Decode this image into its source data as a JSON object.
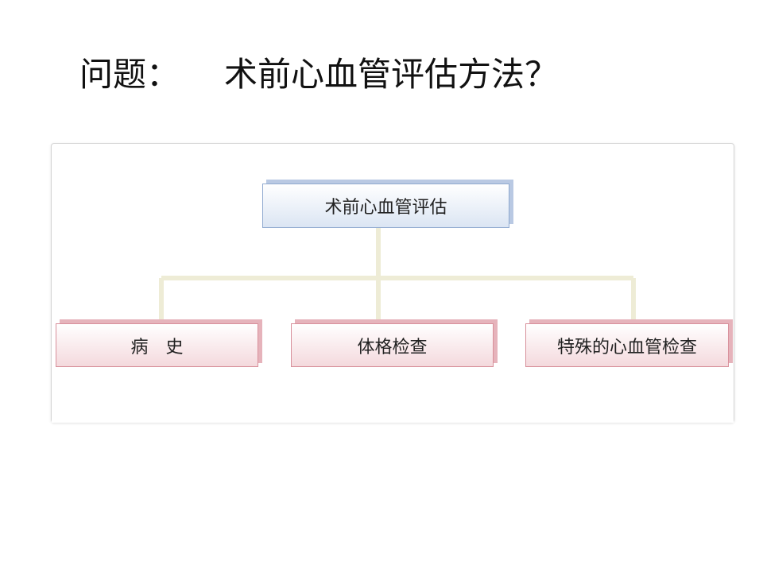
{
  "title": {
    "label": "问题：",
    "question": "术前心血管评估方法？"
  },
  "diagram": {
    "root": {
      "label": "术前心血管评估"
    },
    "children": [
      {
        "label": "病　史"
      },
      {
        "label": "体格检查"
      },
      {
        "label": "特殊的心血管检查"
      }
    ]
  },
  "colors": {
    "root_fill": "#dbe5f3",
    "root_border": "#8fa9cf",
    "child_fill": "#f4d9dd",
    "child_border": "#d8909b",
    "connector": "#eeecd6"
  }
}
